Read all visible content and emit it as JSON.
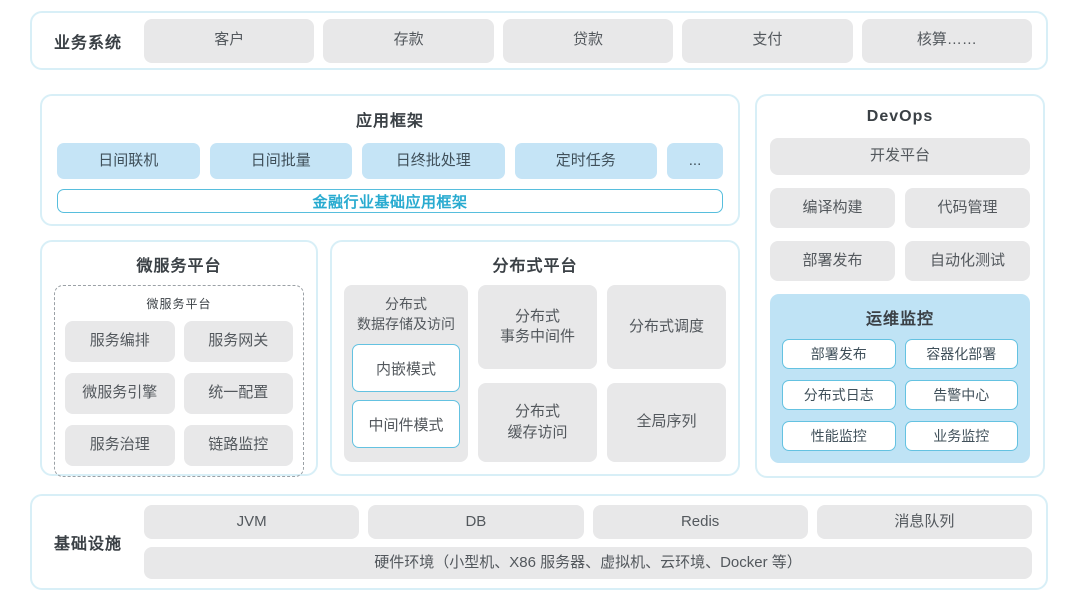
{
  "colors": {
    "panel_border": "#d8eff7",
    "gray_box": "#e8e8e9",
    "blue_box": "#c5e4f6",
    "monitor_background": "#bfe3f5",
    "accent_border": "#57bedd",
    "accent_text": "#29abd0",
    "title_text": "#3a4045",
    "box_text": "#53585d"
  },
  "business_systems": {
    "label": "业务系统",
    "items": [
      "客户",
      "存款",
      "贷款",
      "支付",
      "核算……"
    ]
  },
  "app_framework": {
    "title": "应用框架",
    "items": [
      "日间联机",
      "日间批量",
      "日终批处理",
      "定时任务",
      "..."
    ],
    "base_framework": "金融行业基础应用框架"
  },
  "devops": {
    "title": "DevOps",
    "dev_platform": "开发平台",
    "items": [
      "编译构建",
      "代码管理",
      "部署发布",
      "自动化测试"
    ],
    "monitoring": {
      "title": "运维监控",
      "items": [
        "部署发布",
        "容器化部署",
        "分布式日志",
        "告警中心",
        "性能监控",
        "业务监控"
      ]
    }
  },
  "microservice": {
    "title": "微服务平台",
    "inner_title": "微服务平台",
    "items": [
      "服务编排",
      "服务网关",
      "微服务引擎",
      "统一配置",
      "服务治理",
      "链路监控"
    ]
  },
  "distributed": {
    "title": "分布式平台",
    "storage": {
      "title": "分布式\n数据存储及访问",
      "modes": [
        "内嵌模式",
        "中间件模式"
      ]
    },
    "middle": [
      "分布式\n事务中间件",
      "分布式\n缓存访问"
    ],
    "right": [
      "分布式调度",
      "全局序列"
    ]
  },
  "infrastructure": {
    "label": "基础设施",
    "items": [
      "JVM",
      "DB",
      "Redis",
      "消息队列"
    ],
    "hardware": "硬件环境（小型机、X86 服务器、虚拟机、云环境、Docker 等）"
  }
}
